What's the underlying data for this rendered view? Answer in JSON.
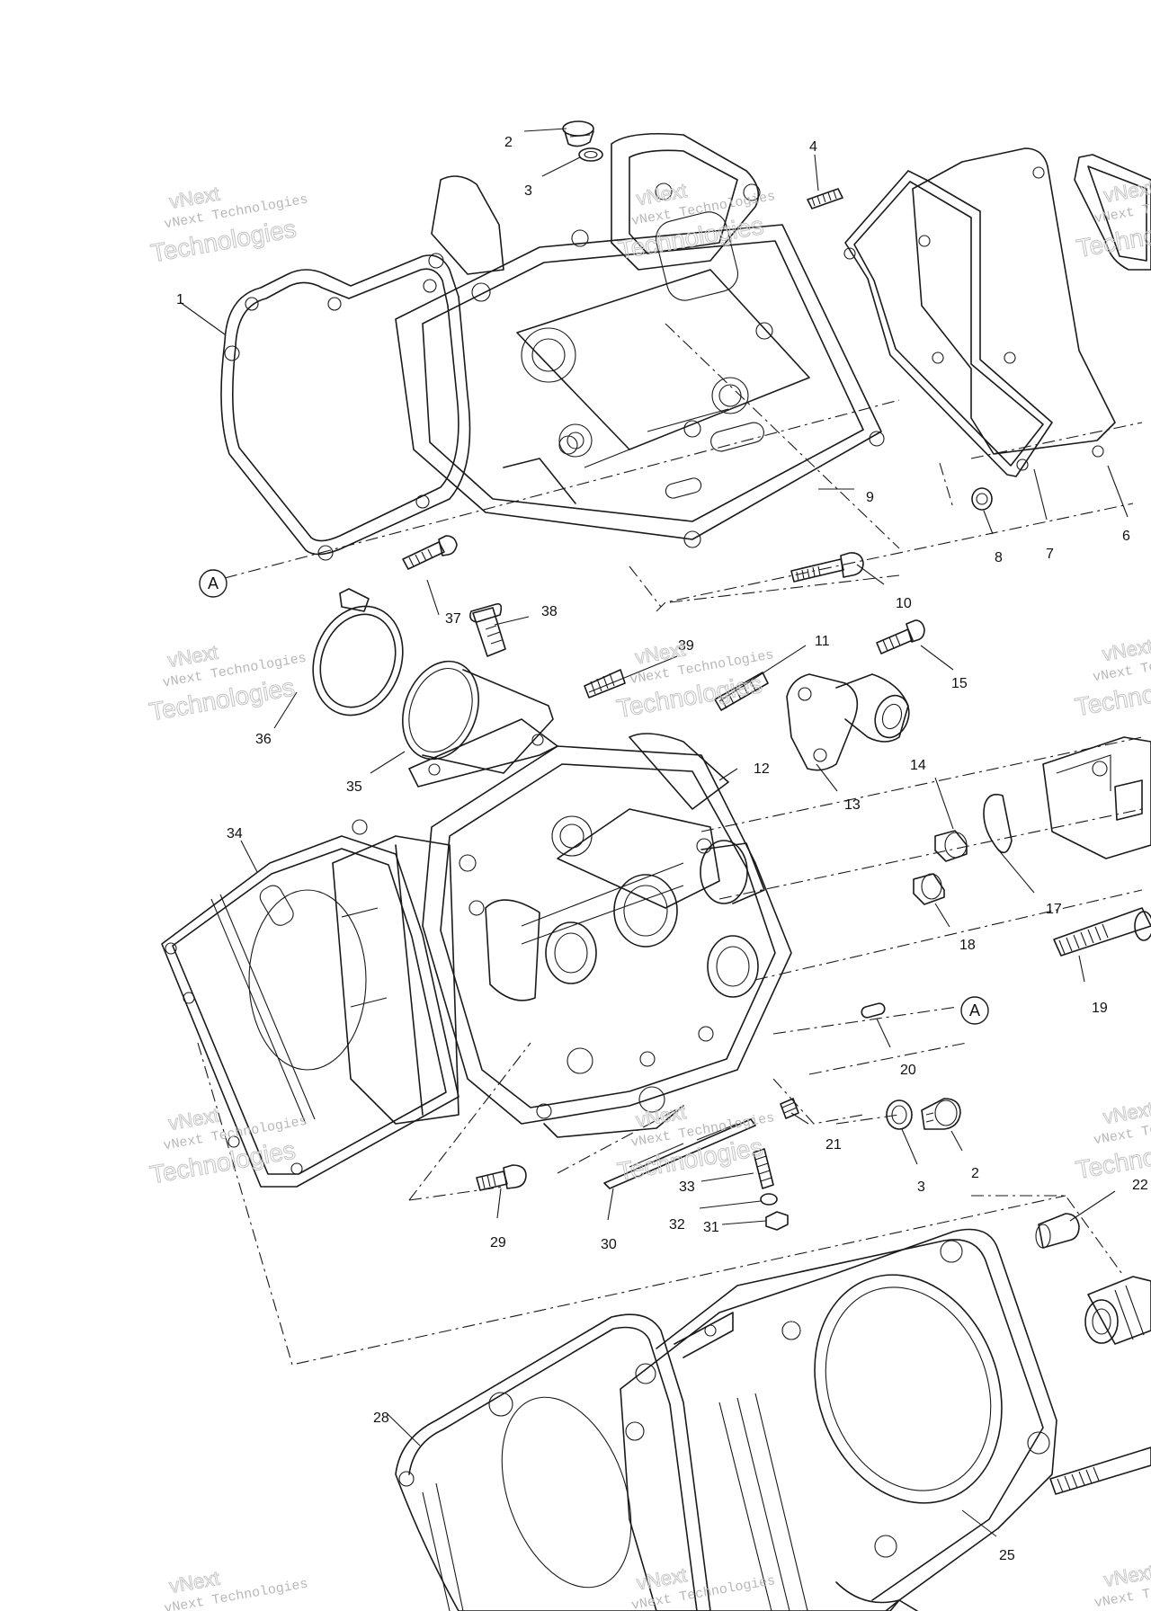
{
  "callouts": [
    "1",
    "2",
    "3",
    "4",
    "6",
    "7",
    "8",
    "9",
    "10",
    "11",
    "12",
    "13",
    "14",
    "15",
    "17",
    "18",
    "19",
    "20",
    "21",
    "2",
    "3",
    "22",
    "25",
    "28",
    "29",
    "30",
    "31",
    "32",
    "33",
    "34",
    "35",
    "36",
    "37",
    "38",
    "39"
  ],
  "reference_marks": [
    "A",
    "A"
  ],
  "watermark": {
    "line1": "vNext",
    "line2": "vNext Technologies",
    "line3": "Technologies"
  }
}
